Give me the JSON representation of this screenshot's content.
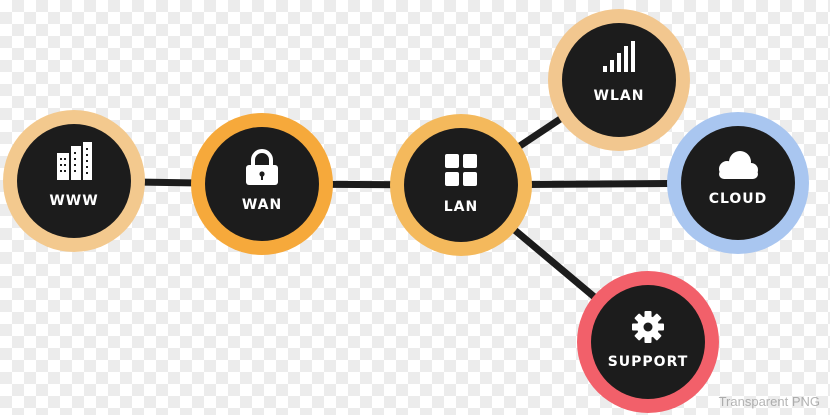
{
  "nodes": [
    {
      "id": "www",
      "label": "WWW",
      "icon": "buildings-icon",
      "ring_color": "#f3c98e"
    },
    {
      "id": "wan",
      "label": "WAN",
      "icon": "lock-icon",
      "ring_color": "#f6a93b"
    },
    {
      "id": "lan",
      "label": "LAN",
      "icon": "grid-icon",
      "ring_color": "#f4b95c"
    },
    {
      "id": "wlan",
      "label": "WLAN",
      "icon": "signal-bars-icon",
      "ring_color": "#f2c78f"
    },
    {
      "id": "cloud",
      "label": "CLOUD",
      "icon": "cloud-icon",
      "ring_color": "#a9c6f0"
    },
    {
      "id": "support",
      "label": "SUPPORT",
      "icon": "gear-icon",
      "ring_color": "#f2606a"
    }
  ],
  "edges": [
    {
      "from": "www",
      "to": "wan"
    },
    {
      "from": "wan",
      "to": "lan"
    },
    {
      "from": "lan",
      "to": "wlan"
    },
    {
      "from": "lan",
      "to": "cloud"
    },
    {
      "from": "lan",
      "to": "support"
    }
  ],
  "colors": {
    "node_fill": "#1c1c1c",
    "link": "#1c1c1c",
    "icon": "#ffffff"
  },
  "watermark": "Transparent PNG"
}
